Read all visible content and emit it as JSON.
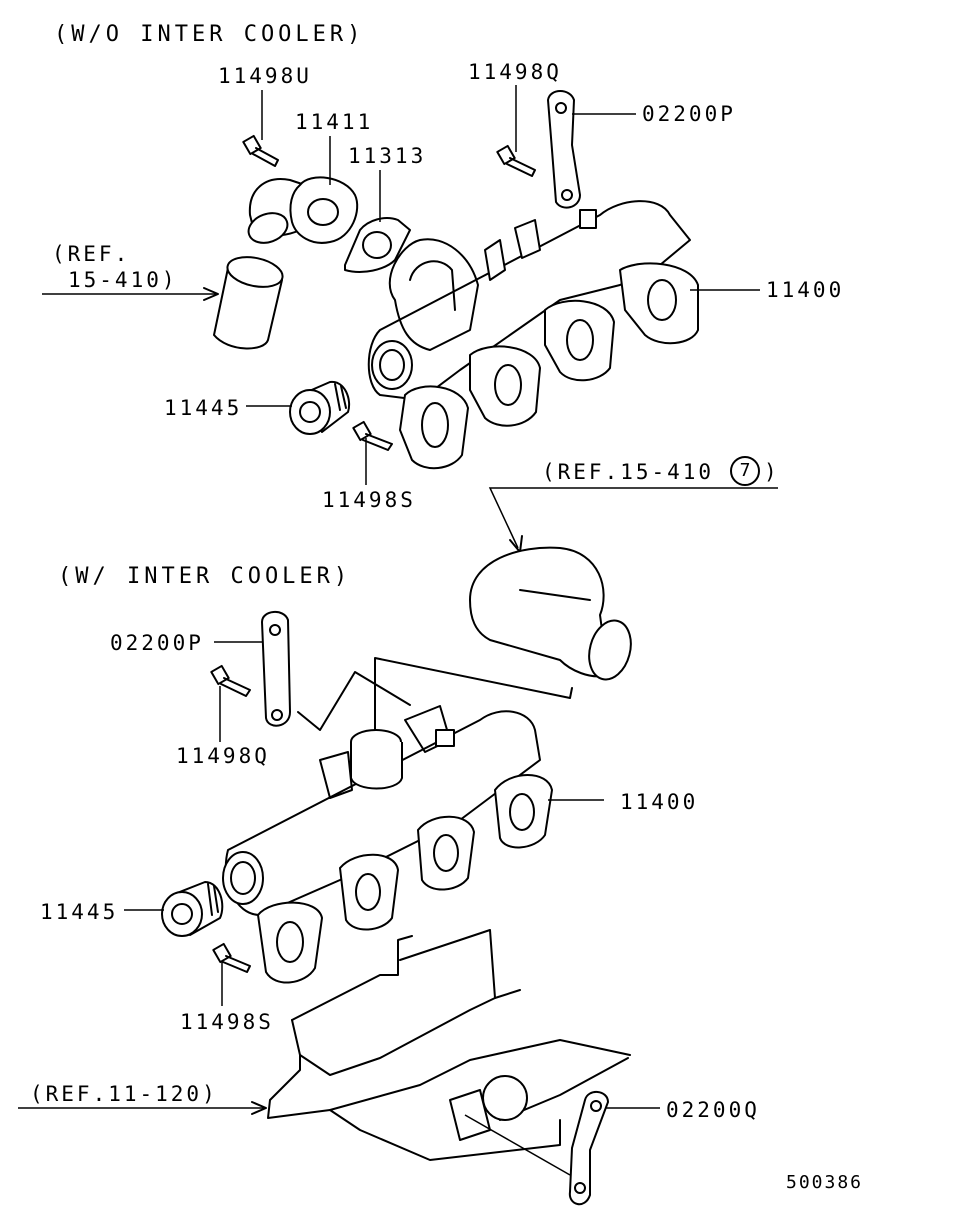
{
  "sections": {
    "top_title": "(W/O INTER COOLER)",
    "bottom_title": "(W/ INTER COOLER)"
  },
  "top_labels": {
    "bolt_u": "11498U",
    "elbow": "11411",
    "gasket": "11313",
    "bolt_q": "11498Q",
    "bracket": "02200P",
    "ref_a": "(REF.",
    "ref_b": "15-410)",
    "manifold": "11400",
    "plug": "11445",
    "bolt_s": "11498S"
  },
  "middle_ref": {
    "prefix": "(REF.15-410",
    "circled": "7",
    "suffix": ")"
  },
  "bottom_labels": {
    "bracket": "02200P",
    "bolt_q": "11498Q",
    "manifold": "11400",
    "plug": "11445",
    "bolt_s": "11498S",
    "ref_engine": "(REF.11-120)",
    "bracket_q": "02200Q"
  },
  "diagram_id": "500386",
  "style": {
    "ink": "#000000",
    "paper": "#ffffff"
  }
}
